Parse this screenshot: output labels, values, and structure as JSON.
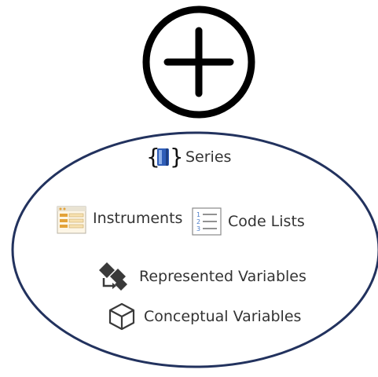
{
  "plus_button": {
    "icon": "plus-circle-icon"
  },
  "series": {
    "icon": "series-braces-icon",
    "label": "Series"
  },
  "instruments": {
    "icon": "instrument-form-icon",
    "label": "Instruments"
  },
  "code_lists": {
    "icon": "numbered-list-icon",
    "label": "Code Lists"
  },
  "represented_variables": {
    "icon": "represented-variable-icon",
    "label": "Represented Variables"
  },
  "conceptual_variables": {
    "icon": "cube-outline-icon",
    "label": "Conceptual Variables"
  },
  "colors": {
    "ellipse_stroke": "#22325e",
    "plus_stroke": "#000000",
    "series_book": "#2f5db8",
    "instrument_accent": "#e3a33a",
    "list_blue": "#4a7cc9",
    "text": "#333333"
  }
}
